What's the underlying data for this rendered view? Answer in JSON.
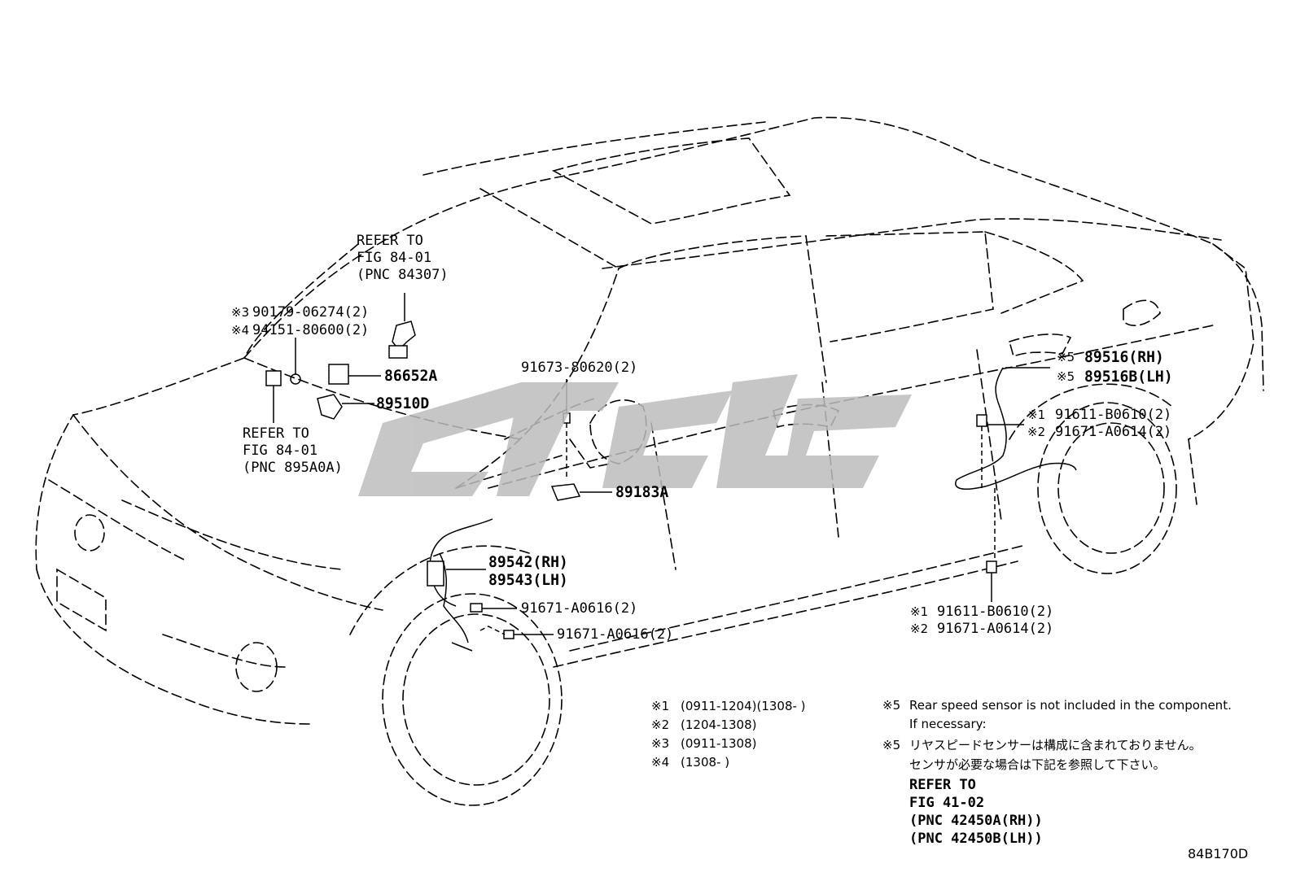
{
  "diagram_id": "84B170D",
  "callouts": {
    "ref_top": [
      "REFER TO",
      "FIG 84-01",
      "(PNC 84307)"
    ],
    "ref_left": [
      "REFER TO",
      "FIG 84-01",
      "(PNC 895A0A)"
    ],
    "p90179": {
      "mark": "※3",
      "part": "90179-06274(2)"
    },
    "p94151": {
      "mark": "※4",
      "part": "94151-80600(2)"
    },
    "p86652A": "86652A",
    "p89510D": "89510D",
    "p91673": "91673-80620(2)",
    "p89183A": "89183A",
    "p89542": "89542(RH)",
    "p89543": "89543(LH)",
    "p91671_a": "91671-A0616(2)",
    "p91671_b": "91671-A0616(2)",
    "p89516": {
      "mark": "※5",
      "part": "89516(RH)"
    },
    "p89516B": {
      "mark": "※5",
      "part": "89516B(LH)"
    },
    "p91611_top": {
      "mark": "※1",
      "part": "91611-B0610(2)"
    },
    "p91671_top": {
      "mark": "※2",
      "part": "91671-A0614(2)"
    },
    "p91611_bot": {
      "mark": "※1",
      "part": "91611-B0610(2)"
    },
    "p91671_bot": {
      "mark": "※2",
      "part": "91671-A0614(2)"
    }
  },
  "legend": {
    "notes_left": [
      {
        "mark": "※1",
        "text": "(0911-1204)(1308-        )"
      },
      {
        "mark": "※2",
        "text": "(1204-1308)"
      },
      {
        "mark": "※3",
        "text": "(0911-1308)"
      },
      {
        "mark": "※4",
        "text": "(1308-        )"
      }
    ],
    "note5_en_mark": "※5",
    "note5_en": [
      "Rear speed sensor is not included in the component.",
      "If necessary:"
    ],
    "note5_jp_mark": "※5",
    "note5_jp": [
      "リヤスピードセンサーは構成に含まれておりません。",
      "センサが必要な場合は下記を参照して下さい。"
    ],
    "note5_ref": [
      "REFER TO",
      "FIG 41-02",
      "(PNC 42450A(RH))",
      "(PNC 42450B(LH))"
    ]
  },
  "watermark": {
    "color": "#bdbdbd"
  }
}
